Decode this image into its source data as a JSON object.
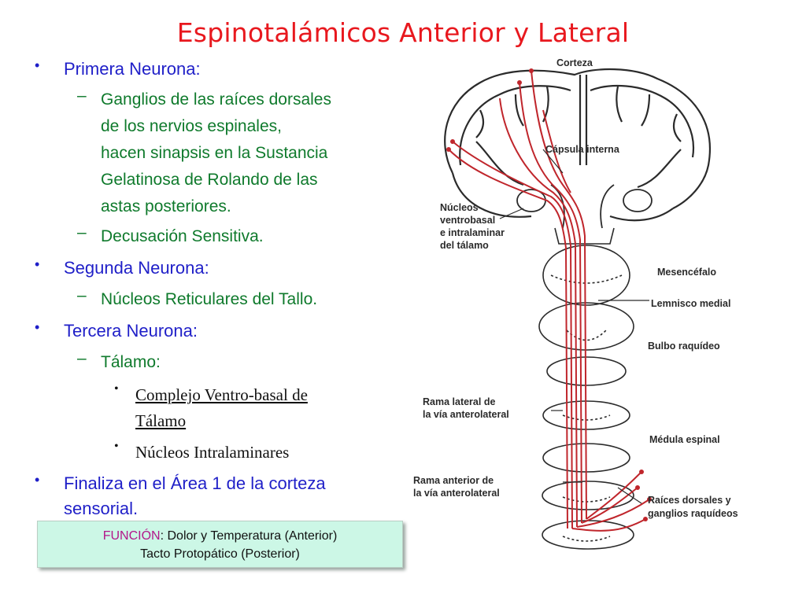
{
  "slide": {
    "title": "Espinotalámicos Anterior y Lateral",
    "bullets": {
      "n1_label": "Primera Neurona:",
      "n1_sub1": [
        "Ganglios de las raíces dorsales",
        "de los nervios espinales,",
        "hacen sinapsis en la Sustancia",
        "Gelatinosa de Rolando de las",
        "astas posteriores."
      ],
      "n1_sub2": "Decusación Sensitiva.",
      "n2_label": "Segunda Neurona:",
      "n2_sub1": "Núcleos Reticulares del Tallo.",
      "n3_label": "Tercera Neurona:",
      "n3_sub1": "Tálamo:",
      "n3_sub_sub1": [
        " Complejo Ventro-basal de",
        "Tálamo"
      ],
      "n3_sub_sub2": "Núcleos Intralaminares",
      "n4": [
        "Finaliza en el Área 1 de la corteza",
        "sensorial."
      ]
    },
    "function_box": {
      "key": "FUNCIÓN",
      "line1": ": Dolor y Temperatura (Anterior)",
      "line2": "Tacto Protopático (Posterior)"
    },
    "colors": {
      "title": "#e8181e",
      "level1": "#1f1fc8",
      "level2": "#0f7a2c",
      "box_bg": "#ccf7e6",
      "box_key": "#b3168a",
      "pathway": "#c0262c"
    }
  },
  "diagram": {
    "labels": {
      "corteza": "Corteza",
      "capsula": "Cápsula interna",
      "nucleos": [
        "Núcleos",
        "ventrobasal",
        "e intralaminar",
        "del tálamo"
      ],
      "mesencefalo": "Mesencéfalo",
      "lemnisco": "Lemnisco medial",
      "bulbo": "Bulbo raquídeo",
      "rama_lateral": [
        "Rama lateral de",
        "la vía anterolateral"
      ],
      "medula": "Médula espinal",
      "rama_anterior": [
        "Rama anterior de",
        "la vía anterolateral"
      ],
      "raices": [
        "Raíces dorsales y",
        "ganglios raquídeos"
      ]
    }
  }
}
